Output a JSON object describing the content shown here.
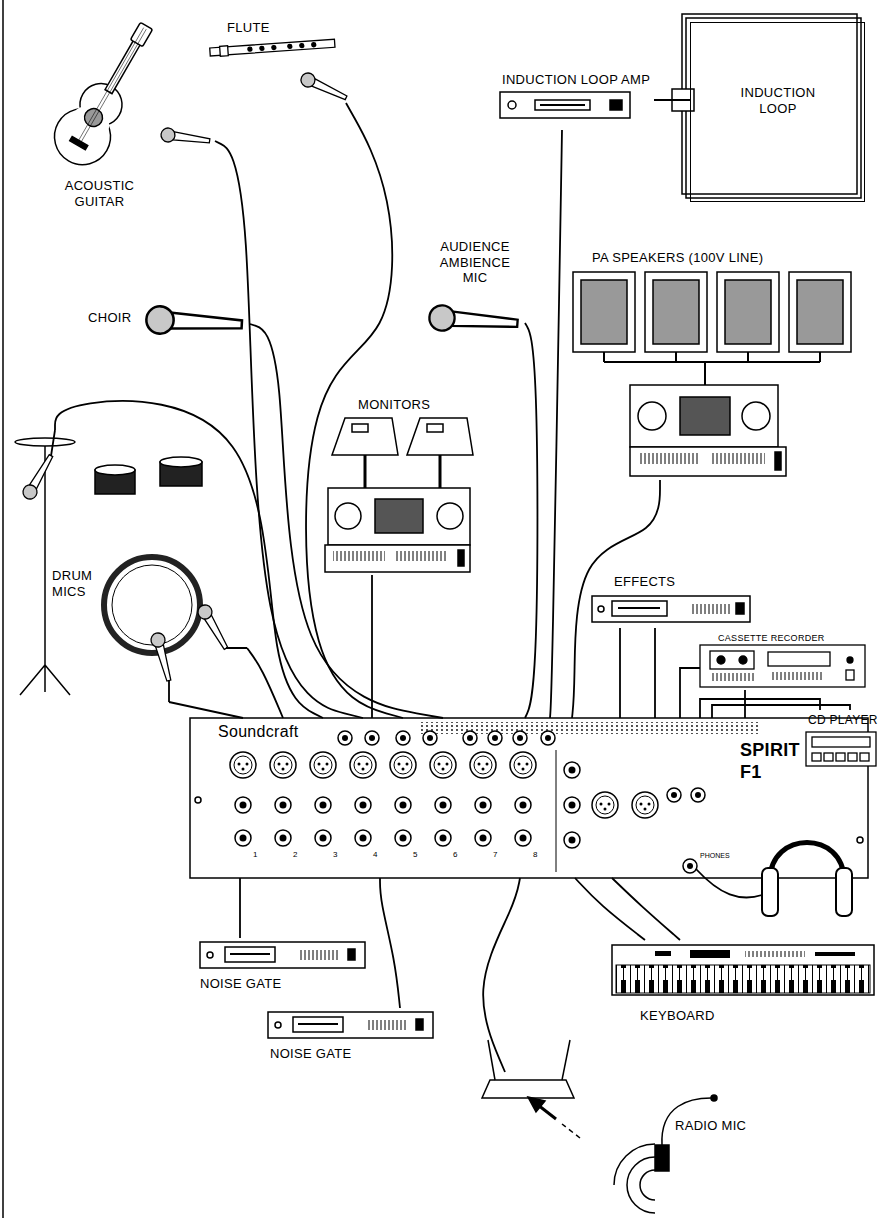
{
  "diagram": {
    "nodes": [
      {
        "text": [
          "ACOUSTIC GUITAR"
        ]
      },
      {
        "text": [
          "FLUTE"
        ]
      },
      {
        "text": [
          "INDUCTION LOOP AMP"
        ]
      },
      {
        "text": [
          "INDUCTION LOOP"
        ]
      },
      {
        "text": [
          "AUDIENCE AMBIENCE MIC"
        ]
      },
      {
        "text": [
          "PA SPEAKERS (100V LINE)"
        ]
      },
      {
        "text": [
          "CHOIR"
        ]
      },
      {
        "text": [
          "MONITORS"
        ]
      },
      {
        "text": [
          "DRUM MICS"
        ]
      },
      {
        "text": [
          "EFFECTS"
        ]
      },
      {
        "text": [
          "CASSETTE RECORDER"
        ]
      },
      {
        "text": [
          "CD PLAYER"
        ]
      },
      {
        "text": [
          "Soundcraft",
          "SPIRIT F1"
        ]
      },
      {
        "text": [
          "NOISE GATE"
        ]
      },
      {
        "text": [
          "NOISE GATE"
        ]
      },
      {
        "text": [
          "KEYBOARD"
        ]
      },
      {
        "text": [
          "RADIO MIC"
        ]
      }
    ],
    "edges": [
      {
        "from": 0,
        "to": 12,
        "arrow": "none"
      },
      {
        "from": 1,
        "to": 12,
        "arrow": "none"
      },
      {
        "from": 2,
        "to": 3,
        "arrow": "none"
      },
      {
        "from": 2,
        "to": 12,
        "arrow": "none"
      },
      {
        "from": 4,
        "to": 12,
        "arrow": "none"
      },
      {
        "from": 5,
        "to": 12,
        "arrow": "none"
      },
      {
        "from": 6,
        "to": 12,
        "arrow": "none"
      },
      {
        "from": 7,
        "to": 12,
        "arrow": "none"
      },
      {
        "from": 8,
        "to": 12,
        "arrow": "none"
      },
      {
        "from": 8,
        "to": 12,
        "arrow": "none"
      },
      {
        "from": 8,
        "to": 12,
        "arrow": "none"
      },
      {
        "from": 9,
        "to": 12,
        "arrow": "none"
      },
      {
        "from": 9,
        "to": 12,
        "arrow": "none"
      },
      {
        "from": 10,
        "to": 12,
        "arrow": "none"
      },
      {
        "from": 10,
        "to": 12,
        "arrow": "none"
      },
      {
        "from": 11,
        "to": 12,
        "arrow": "none"
      },
      {
        "from": 11,
        "to": 12,
        "arrow": "none"
      },
      {
        "from": 13,
        "to": 12,
        "arrow": "none"
      },
      {
        "from": 14,
        "to": 12,
        "arrow": "none"
      },
      {
        "from": 15,
        "to": 12,
        "arrow": "none"
      },
      {
        "from": 15,
        "to": 12,
        "arrow": "none"
      },
      {
        "from": 16,
        "to": 12,
        "arrow": "none"
      }
    ],
    "labels": [
      "1",
      "2",
      "3",
      "4",
      "5",
      "6",
      "7",
      "8",
      "PHONES"
    ]
  }
}
